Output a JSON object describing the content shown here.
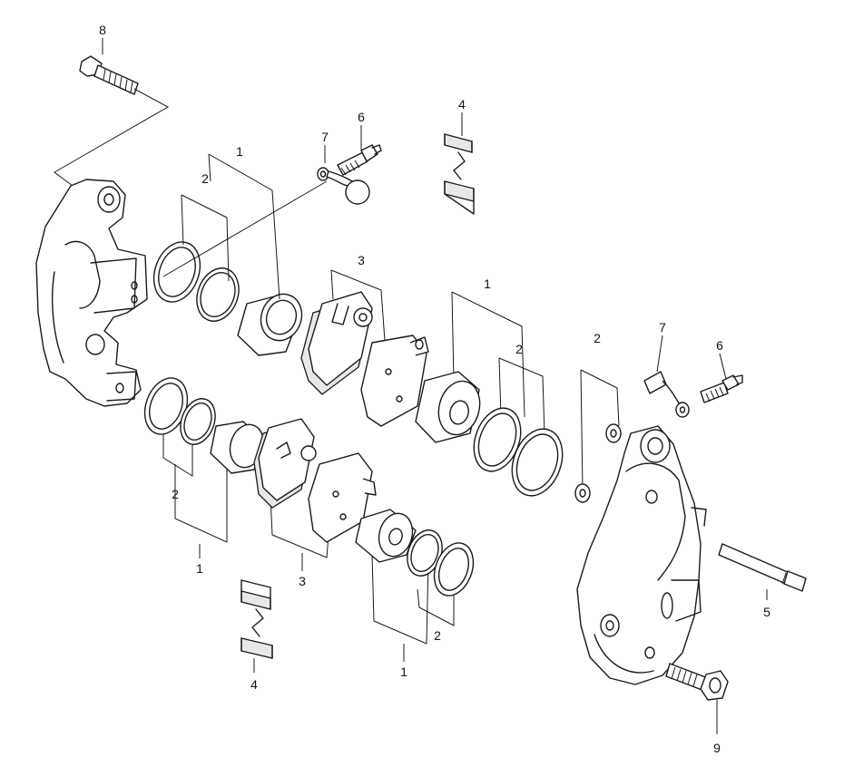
{
  "callouts": [
    {
      "label": "8"
    },
    {
      "label": "7"
    },
    {
      "label": "6"
    },
    {
      "label": "4"
    },
    {
      "label": "1"
    },
    {
      "label": "2"
    },
    {
      "label": "3"
    },
    {
      "label": "1"
    },
    {
      "label": "2"
    },
    {
      "label": "2"
    },
    {
      "label": "7"
    },
    {
      "label": "6"
    },
    {
      "label": "2"
    },
    {
      "label": "1"
    },
    {
      "label": "3"
    },
    {
      "label": "1"
    },
    {
      "label": "2"
    },
    {
      "label": "4"
    },
    {
      "label": "5"
    },
    {
      "label": "9"
    }
  ]
}
